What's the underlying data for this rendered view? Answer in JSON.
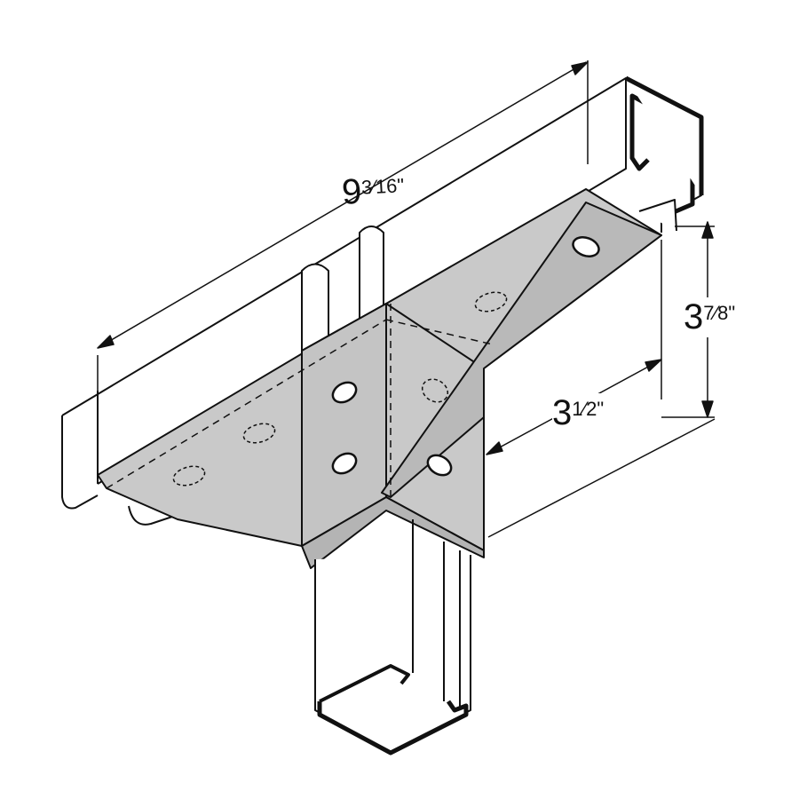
{
  "dimensions": {
    "length": {
      "whole": "9",
      "fraction": "3⁄16",
      "unit": "\""
    },
    "height": {
      "whole": "3",
      "fraction": "7⁄8",
      "unit": "\""
    },
    "width": {
      "whole": "3",
      "fraction": "1⁄2",
      "unit": "\""
    }
  },
  "colors": {
    "plate": "#c9c9c9",
    "plate_shade": "#b4b4b4",
    "line": "#111111"
  }
}
